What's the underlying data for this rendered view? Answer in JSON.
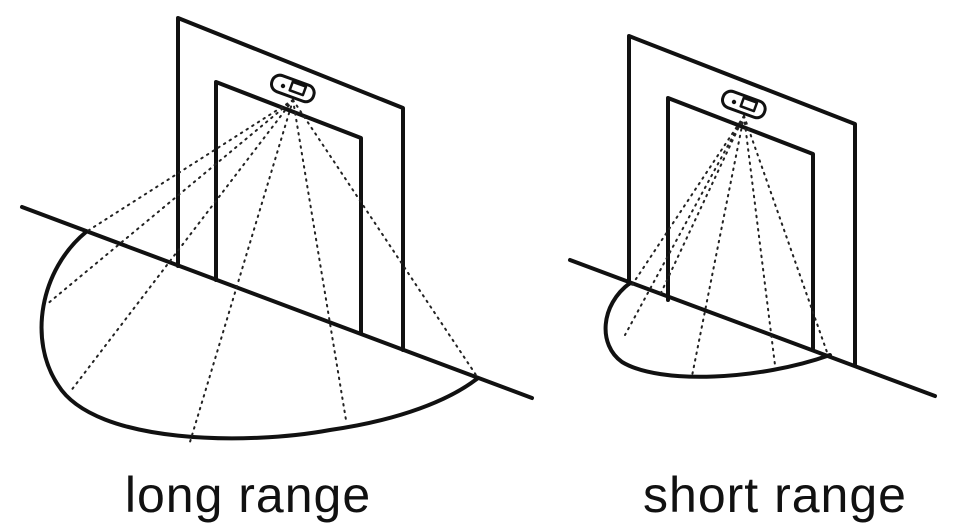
{
  "diagrams": [
    {
      "id": "long",
      "label": "long range"
    },
    {
      "id": "short",
      "label": "short range"
    }
  ],
  "colors": {
    "line": "#111111",
    "background": "#ffffff"
  }
}
